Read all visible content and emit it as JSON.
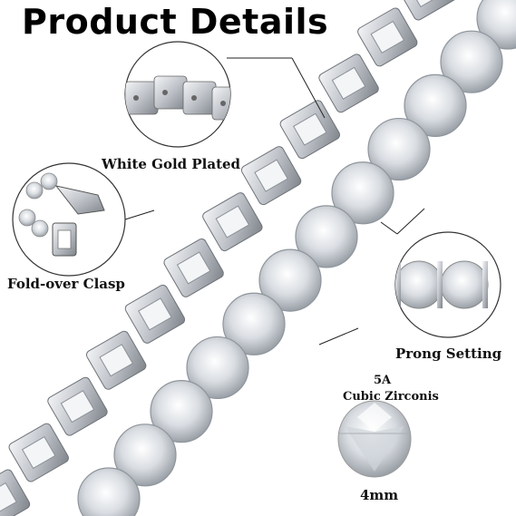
{
  "title": "Product Details",
  "callouts": {
    "white_gold": "White Gold Plated",
    "fold_over": "Fold-over Clasp",
    "prong": "Prong Setting",
    "grade": "5A",
    "stone": "Cubic Zirconis",
    "size": "4mm"
  },
  "colors": {
    "silver": "#c9ccd1",
    "silver_dark": "#8d9198",
    "stone": "#e9ecef",
    "circle_stroke": "#333333"
  }
}
